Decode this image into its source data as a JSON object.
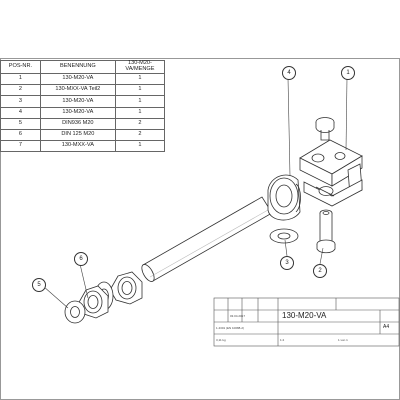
{
  "bom": {
    "headers": [
      "POS-NR.",
      "BENENNUNG",
      "130-M20-VA/MENGE"
    ],
    "rows": [
      [
        "1",
        "130-M20-VA",
        "1"
      ],
      [
        "2",
        "130-MXX-VA Teil2",
        "1"
      ],
      [
        "3",
        "130-M20-VA",
        "1"
      ],
      [
        "4",
        "130-M20-VA",
        "1"
      ],
      [
        "5",
        "DIN936 M20",
        "2"
      ],
      [
        "6",
        "DIN 125 M20",
        "2"
      ],
      [
        "7",
        "130-MXX-VA",
        "1"
      ]
    ]
  },
  "balloons": {
    "b1": "1",
    "b2": "2",
    "b3": "3",
    "b4": "4",
    "b5": "5",
    "b6": "6"
  },
  "title_block": {
    "drawing_name": "130-M20-VA",
    "sheet_size": "A4",
    "scale": "1:4",
    "material": "1.4301 (EN 10088-2)",
    "date": "03.04.2017",
    "weight": "3,11 kg",
    "sheet": "1 von 1"
  },
  "colors": {
    "line": "#333333",
    "frame": "#555555",
    "paper": "#ffffff"
  }
}
